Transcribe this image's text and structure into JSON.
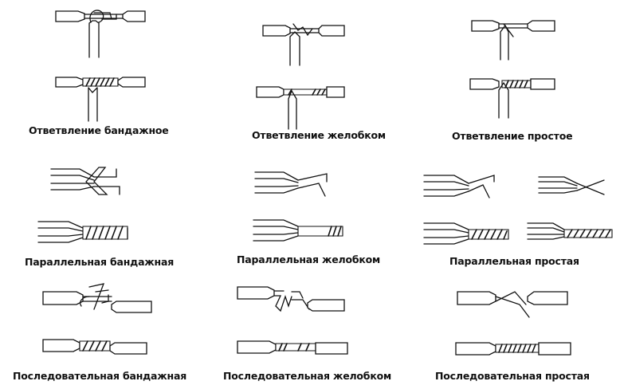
{
  "captions": {
    "branch_bandage": "Ответвление бандажное",
    "branch_groove": "Ответвление желобком",
    "branch_simple": "Ответвление простое",
    "parallel_bandage": "Параллельная бандажная",
    "parallel_groove": "Параллельная желобком",
    "parallel_simple": "Параллельная простая",
    "series_bandage": "Последовательная бандажная",
    "series_groove": "Последовательная желобком",
    "series_simple": "Последовательная простая"
  }
}
